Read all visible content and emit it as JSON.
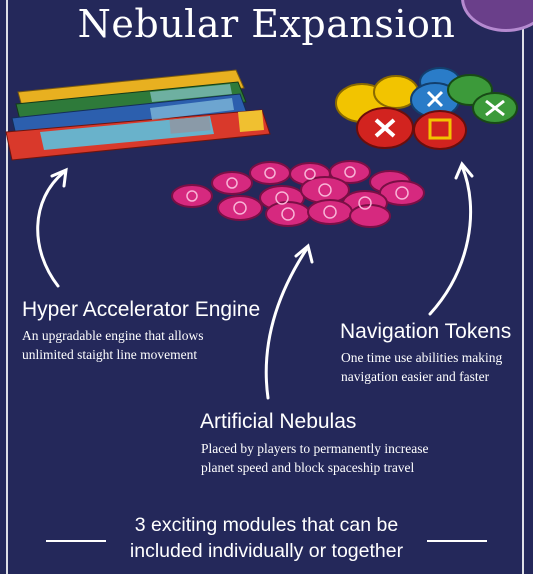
{
  "title": "Nebular Expansion",
  "modules": [
    {
      "heading": "Hyper Accelerator Engine",
      "description_lines": [
        "An upgradable engine that allows",
        "unlimited staight line movement"
      ]
    },
    {
      "heading": "Navigation Tokens",
      "description_lines": [
        "One time use abilities making",
        "navigation easier and faster"
      ]
    },
    {
      "heading": "Artificial Nebulas",
      "description_lines": [
        "Placed by players to permanently increase",
        "planet speed and block spaceship travel"
      ]
    }
  ],
  "footer": {
    "line1": "3 exciting modules that can be",
    "line2": "included individually or together"
  },
  "colors": {
    "background": "#24285a",
    "engine_boards": [
      "#e8b020",
      "#2e7a3a",
      "#2c5fae",
      "#d9392b"
    ],
    "token_colors": [
      "#f2c400",
      "#2a7cc8",
      "#3c9a3a",
      "#d2231f"
    ],
    "nebula_color": "#d6297f"
  }
}
